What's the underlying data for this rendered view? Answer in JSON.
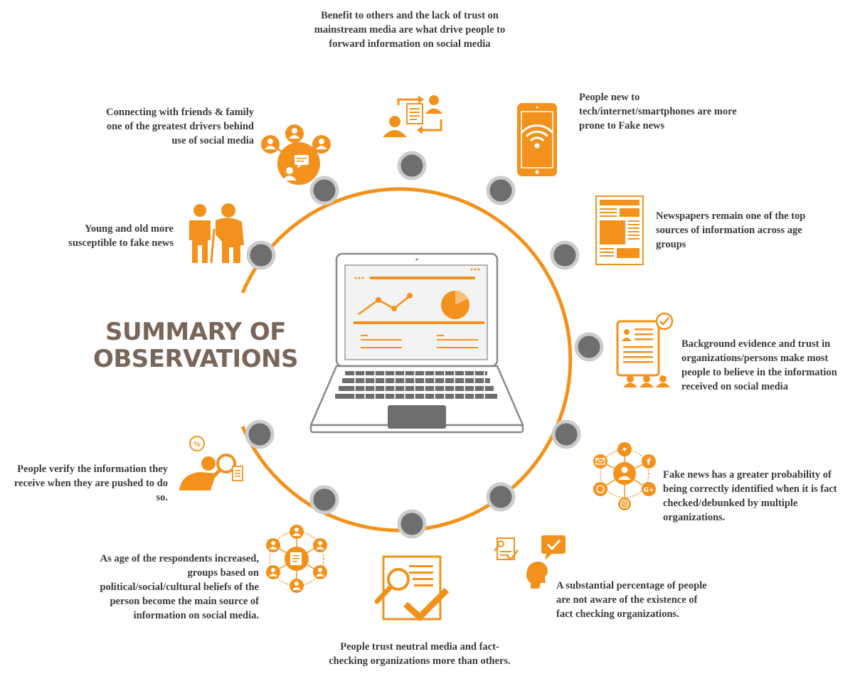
{
  "title": {
    "line1": "SUMMARY OF",
    "line2": "OBSERVATIONS"
  },
  "colors": {
    "accent": "#f2921c",
    "node": "#6e6e6e",
    "node_ring": "#cccccc",
    "title": "#7a6658",
    "text": "#3a3a3a"
  },
  "observations": [
    {
      "text": "Benefit to others and the lack of trust on mainstream media are what drive people to forward information on social media",
      "icon": "share-users-icon"
    },
    {
      "text": "People new to tech/internet/smartphones are more prone to Fake news",
      "icon": "smartphone-wifi-icon"
    },
    {
      "text": "Newspapers remain one of the top sources of information across age groups",
      "icon": "newspaper-icon"
    },
    {
      "text": "Background evidence and trust in organizations/persons make most people to believe in the information received on social media",
      "icon": "verified-document-icon"
    },
    {
      "text": "Fake news has a greater probability of being correctly identified when it is fact checked/debunked by multiple organizations.",
      "icon": "social-network-icon"
    },
    {
      "text": "A substantial percentage of people are not aware of the existence of fact checking organizations.",
      "icon": "person-thinking-icon"
    },
    {
      "text": "People trust neutral media and fact-checking organizations more than others.",
      "icon": "search-document-icon"
    },
    {
      "text": "As age of the respondents increased, groups based on political/social/cultural beliefs of the person become the main source of information on social media.",
      "icon": "group-network-icon"
    },
    {
      "text": "People verify the information they receive when they are pushed to do so.",
      "icon": "magnifier-person-icon"
    },
    {
      "text": "Young and old more susceptible to fake news",
      "icon": "young-old-icon"
    },
    {
      "text": "Connecting with friends & family one of the greatest drivers behind use of social media",
      "icon": "friends-chat-icon"
    }
  ]
}
